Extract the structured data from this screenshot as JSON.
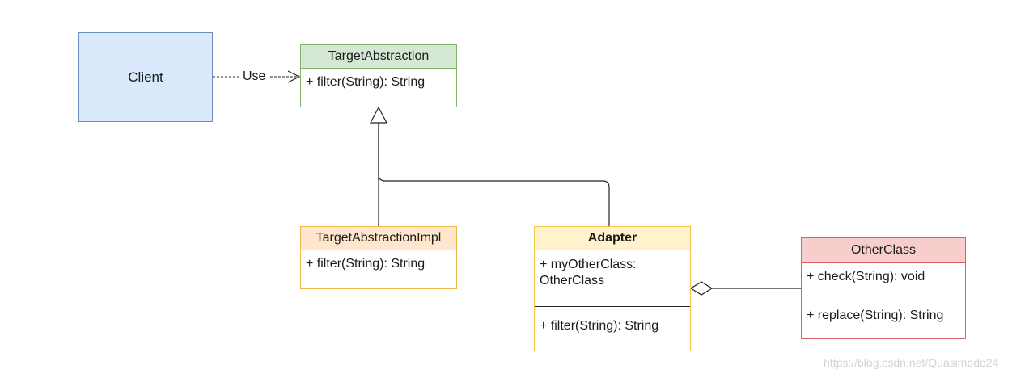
{
  "client": {
    "label": "Client"
  },
  "edges": {
    "use_label": "Use"
  },
  "target_abstraction": {
    "title": "TargetAbstraction",
    "methods": [
      "+ filter(String): String"
    ]
  },
  "target_abstraction_impl": {
    "title": "TargetAbstractionImpl",
    "methods": [
      "+ filter(String): String"
    ]
  },
  "adapter": {
    "title": "Adapter",
    "attributes": [
      "+ myOtherClass:",
      "OtherClass"
    ],
    "methods": [
      "+ filter(String): String"
    ]
  },
  "other_class": {
    "title": "OtherClass",
    "methods": [
      "+ check(String): void",
      "+ replace(String): String"
    ]
  },
  "watermark": "https://blog.csdn.net/Quasimodo24",
  "colors": {
    "client_fill": "#dae8fc",
    "client_stroke": "#6c8ebf",
    "green_fill": "#d5e8d4",
    "green_stroke": "#82b366",
    "orange_fill": "#ffe6cc",
    "orange_stroke": "#f0b84a",
    "yellow_fill": "#fff2cc",
    "yellow_stroke": "#f5c34d",
    "red_fill": "#f8cecc",
    "red_stroke": "#d76464"
  }
}
